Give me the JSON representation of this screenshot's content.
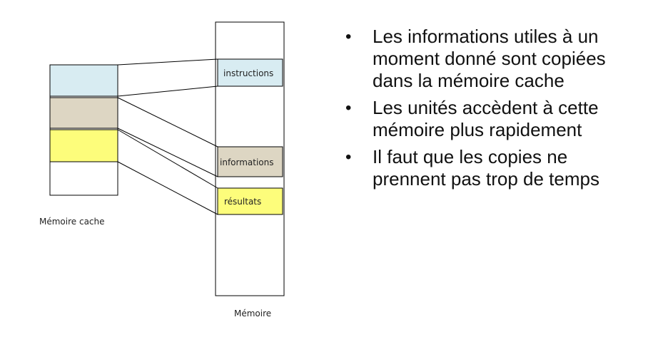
{
  "diagram": {
    "cache_label": "Mémoire cache",
    "memory_label": "Mémoire",
    "segments": {
      "instructions": {
        "label": "instructions",
        "color": "#d8ecf2"
      },
      "informations": {
        "label": "informations",
        "color": "#ddd6c3"
      },
      "resultats": {
        "label": "résultats",
        "color": "#fdfd7b"
      }
    },
    "line_color": "#000000"
  },
  "bullets": [
    "Les informations utiles à un moment donné sont copiées dans la mémoire cache",
    "Les unités accèdent à cette mémoire plus rapidement",
    "Il faut que les copies ne prennent pas trop de temps"
  ]
}
